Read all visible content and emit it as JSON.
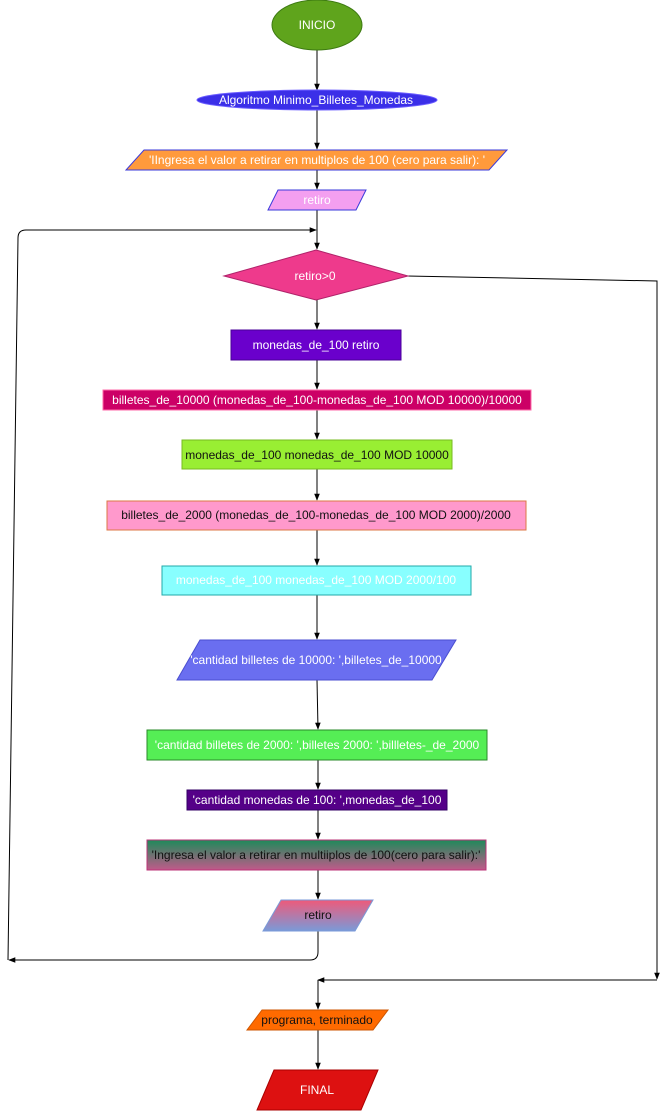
{
  "flowchart": {
    "start": {
      "text": "INICIO",
      "fill": "#5fa41c",
      "stroke": "#3d7a12",
      "color": "#ffffff"
    },
    "title": {
      "text": "Algoritmo Minimo_Billetes_Monedas",
      "fill": "#3b2fe8",
      "stroke": "#6a5cff",
      "color": "#ffffff"
    },
    "prompt1": {
      "text": "'IIngresa el valor a retirar en multiplos de 100 (cero para  salir): '",
      "fill": "#ff9a3c",
      "stroke": "#3a3adb",
      "color": "#ffffff"
    },
    "read1": {
      "text": "retiro",
      "fill": "#f49ff0",
      "stroke": "#3a3adb",
      "color": "#ffffff"
    },
    "decision": {
      "text": "retiro>0",
      "fill": "#ee3a8c",
      "stroke": "#b0226a",
      "color": "#ffffff"
    },
    "step1": {
      "text": "monedas_de_100 retiro",
      "fill": "#6a00cc",
      "stroke": "#4a0099",
      "color": "#ffffff"
    },
    "step2": {
      "text": "billetes_de_10000 (monedas_de_100-monedas_de_100 MOD 10000)/10000",
      "fill": "#cc0066",
      "stroke": "#ff6aa8",
      "color": "#ffffff"
    },
    "step3": {
      "text": "monedas_de_100 monedas_de_100 MOD 10000",
      "fill": "#99ee33",
      "stroke": "#77bb22",
      "color": "#111111"
    },
    "step4": {
      "text": "billetes_de_2000 (monedas_de_100-monedas_de_100 MOD 2000)/2000",
      "fill": "#ff99cc",
      "stroke": "#dd7744",
      "color": "#111111"
    },
    "step5": {
      "text": "monedas_de_100 monedas_de_100 MOD 2000/100",
      "fill": "#88ffff",
      "stroke": "#22aaaa",
      "color": "#ffffff"
    },
    "out1": {
      "text": "'cantidad billetes de 10000: ',billetes_de_10000",
      "fill": "#6a6ef0",
      "stroke": "#4a4ed0",
      "color": "#ffffff"
    },
    "out2": {
      "text": "'cantidad billetes de 2000: ',billetes 2000: ',billletes-_de_2000",
      "fill": "#55ee55",
      "stroke": "#2a8a2a",
      "color": "#ffffff"
    },
    "out3": {
      "text": "'cantidad monedas de 100: ',monedas_de_100",
      "fill": "#550088",
      "stroke": "#330066",
      "color": "#ffffff"
    },
    "prompt2": {
      "text": "'Ingresa el valor a retirar en multiiplos de 100(cero para salir):'",
      "fill_top": "#1e8a5a",
      "fill_bottom": "#c05a8a",
      "stroke": "#bb3377",
      "color": "#111111"
    },
    "read2": {
      "text": "retiro",
      "fill_top": "#ee5a7a",
      "fill_bottom": "#7a9ad8",
      "stroke": "#7a9ad8",
      "color": "#111111"
    },
    "end_msg": {
      "text": "programa, terminado",
      "fill": "#ff6a00",
      "stroke": "#cc5500",
      "color": "#111111"
    },
    "final": {
      "text": "FINAL",
      "fill": "#dd1111",
      "stroke": "#aa0000",
      "color": "#ffffff"
    },
    "line_color": "#000000"
  }
}
